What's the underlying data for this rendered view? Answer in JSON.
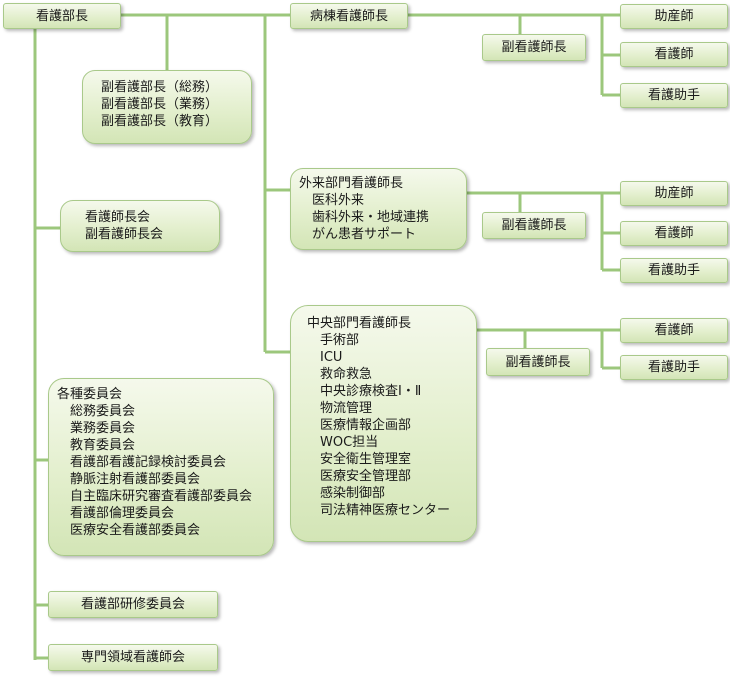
{
  "director": "看護部長",
  "deputies": [
    "副看護部長（総務）",
    "副看護部長（業務）",
    "副看護部長（教育）"
  ],
  "councils": [
    "看護師長会",
    "副看護師長会"
  ],
  "ward": {
    "head": "病棟看護師長",
    "deputy": "副看護師長",
    "staff": [
      "助産師",
      "看護師",
      "看護助手"
    ]
  },
  "outpatient": {
    "head": "外来部門看護師長",
    "units": [
      "医科外来",
      "歯科外来・地域連携",
      "がん患者サポート"
    ],
    "deputy": "副看護師長",
    "staff": [
      "助産師",
      "看護師",
      "看護助手"
    ]
  },
  "central": {
    "head": "中央部門看護師長",
    "units": [
      "手術部",
      "ICU",
      "救命救急",
      "中央診療検査Ⅰ・Ⅱ",
      "物流管理",
      "医療情報企画部",
      "WOC担当",
      "安全衛生管理室",
      "医療安全管理部",
      "感染制御部",
      "司法精神医療センター"
    ],
    "deputy": "副看護師長",
    "staff": [
      "看護師",
      "看護助手"
    ]
  },
  "committees": {
    "title": "各種委員会",
    "items": [
      "総務委員会",
      "業務委員会",
      "教育委員会",
      "看護部看護記録検討委員会",
      "静脈注射看護部委員会",
      "自主臨床研究審査看護部委員会",
      "看護部倫理委員会",
      "医療安全看護部委員会"
    ]
  },
  "training": "看護部研修委員会",
  "specialist": "専門領域看護師会",
  "colors": {
    "line": "#9cc77c",
    "box_border": "#a9c98a"
  }
}
